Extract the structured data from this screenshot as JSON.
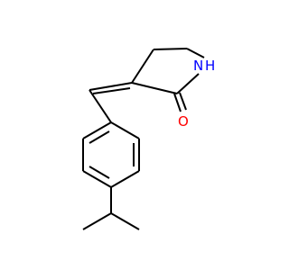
{
  "molecule": {
    "atoms": [
      {
        "id": "N",
        "label": "N",
        "color": "#0000ff"
      },
      {
        "id": "H",
        "label": "H",
        "color": "#0000ff"
      },
      {
        "id": "O",
        "label": "O",
        "color": "#ff0000"
      }
    ]
  },
  "colors": {
    "bond": "#000000",
    "background": "#ffffff"
  }
}
